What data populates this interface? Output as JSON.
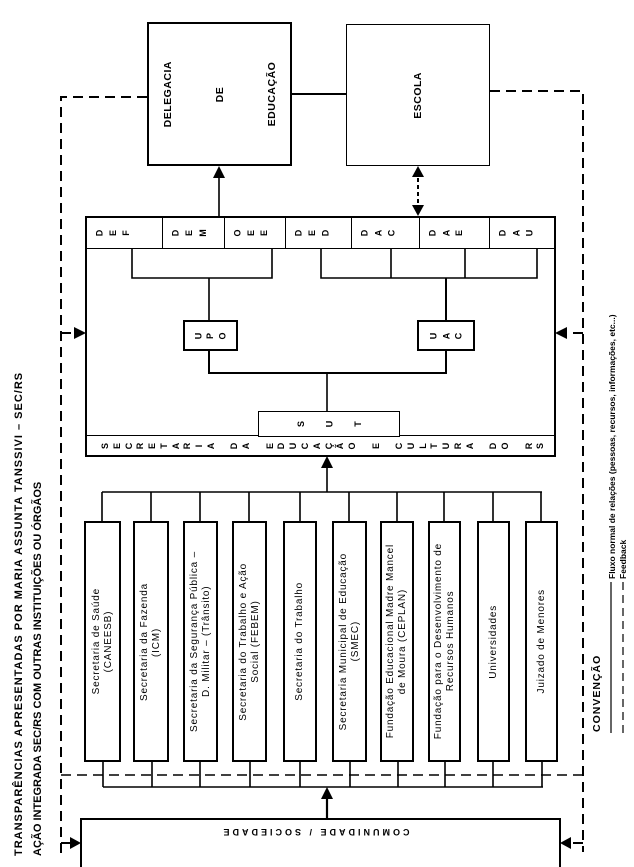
{
  "title": {
    "line1": "TRANSPARÊNCIAS APRESENTADAS POR MARIA ASSUNTA TANSSIVI – SEC/RS",
    "line2": "AÇÃO INTEGRADA SEC/RS COM OUTRAS INSTITUIÇÕES OU ÓRGÃOS"
  },
  "nodes": {
    "delegacia": {
      "lines": [
        "DELEGACIA",
        "DE",
        "EDUCAÇÃO"
      ]
    },
    "escola": {
      "label": "ESCOLA"
    },
    "sec": {
      "name": "SECRETARIA DA EDUCAÇÃO E CULTURA DO RS",
      "departments": [
        "DEF",
        "DEM",
        "OEE",
        "DED",
        "DAC",
        "DAE",
        "DAU"
      ],
      "units": {
        "upo": "UPO",
        "uac": "UAC",
        "sut": "SUT"
      }
    },
    "institutions": [
      {
        "label": "Secretaria de Saúde\n(CANEESB)"
      },
      {
        "label": "Secretaria da Fazenda\n(ICM)"
      },
      {
        "label": "Secretaria da Segurança Pública –\nD. Militar – (Trânsito)"
      },
      {
        "label": "Secretaria do Trabalho e Ação\nSocial (FEBEM)"
      },
      {
        "label": "Secretaria do Trabalho"
      },
      {
        "label": "Secretaria Municipal de Educação\n(SMEC)"
      },
      {
        "label": "Fundação Educacional Madre Mancel\nde Moura (CEPLAN)"
      },
      {
        "label": "Fundação para o Desenvolvimento de\nRecursos Humanos"
      },
      {
        "label": "Universidades"
      },
      {
        "label": "Juizado de Menores"
      }
    ],
    "comunidade": {
      "label": "COMUNIDADE / SOCIEDADE"
    }
  },
  "legend": {
    "heading": "CONVENÇÃO",
    "items": [
      {
        "style": "solid",
        "label": "Fluxo normal de relações (pessoas, recursos, informações, etc...)"
      },
      {
        "style": "dashed",
        "label": "Feedback"
      }
    ]
  },
  "colors": {
    "ink": "#000000",
    "paper": "#ffffff"
  }
}
